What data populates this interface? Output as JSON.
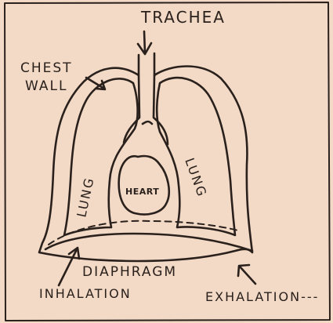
{
  "diagram": {
    "labels": {
      "trachea": "TRACHEA",
      "chest_wall_line1": "CHEST",
      "chest_wall_line2": "WALL",
      "lung_left": "LUNG",
      "lung_right": "LUNG",
      "heart": "HEART",
      "diaphragm": "DIAPHRAGM",
      "inhalation": "INHALATION",
      "exhalation": "EXHALATION---"
    },
    "colors": {
      "paper": "#f2dac6",
      "ink": "#2a201c"
    }
  }
}
